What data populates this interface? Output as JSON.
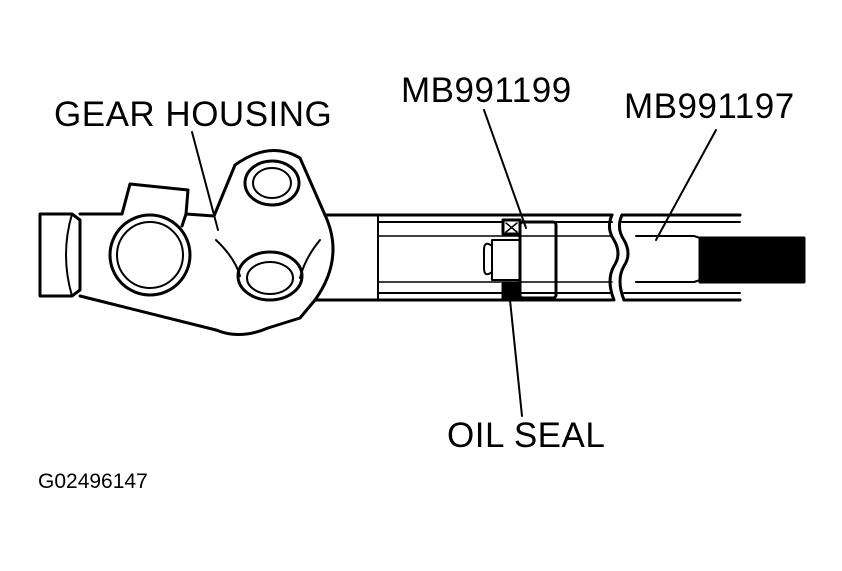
{
  "labels": {
    "gear_housing": "GEAR HOUSING",
    "mb991199": "MB991199",
    "mb991197": "MB991197",
    "oil_seal": "OIL SEAL"
  },
  "figure_id": "G02496147",
  "colors": {
    "ink": "#000000",
    "paper": "#ffffff"
  }
}
